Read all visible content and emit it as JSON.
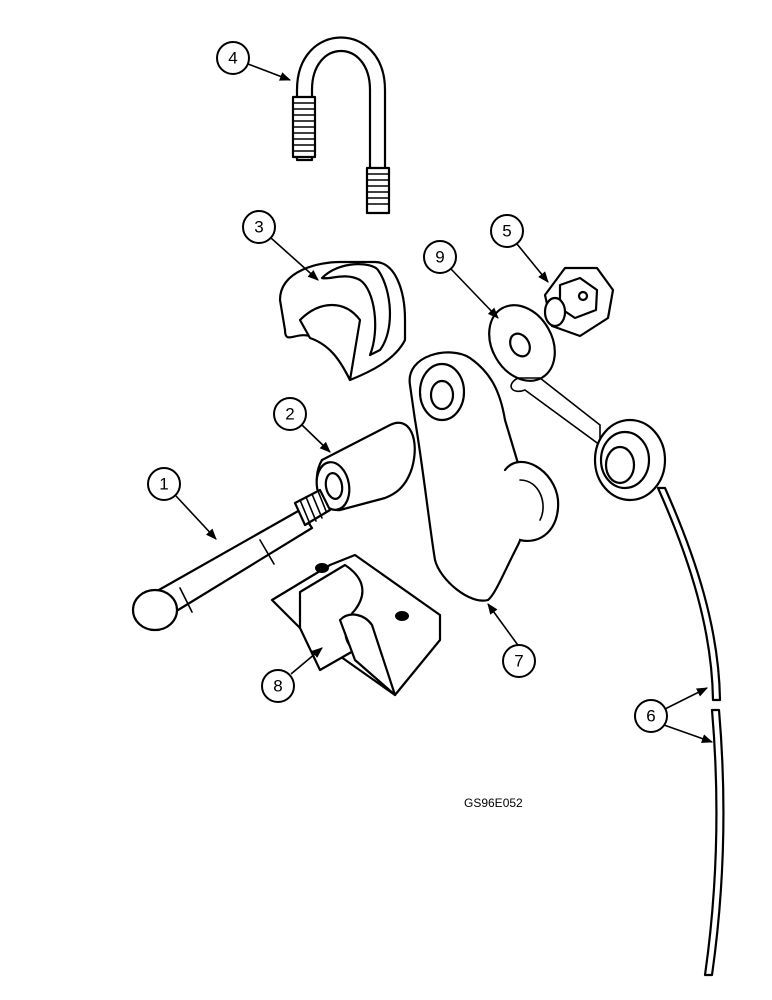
{
  "drawing_code": "GS96E052",
  "callouts": [
    {
      "id": "callout-1",
      "label": "1"
    },
    {
      "id": "callout-2",
      "label": "2"
    },
    {
      "id": "callout-3",
      "label": "3"
    },
    {
      "id": "callout-4",
      "label": "4"
    },
    {
      "id": "callout-5",
      "label": "5"
    },
    {
      "id": "callout-6",
      "label": "6"
    },
    {
      "id": "callout-7",
      "label": "7"
    },
    {
      "id": "callout-8",
      "label": "8"
    },
    {
      "id": "callout-9",
      "label": "9"
    }
  ]
}
